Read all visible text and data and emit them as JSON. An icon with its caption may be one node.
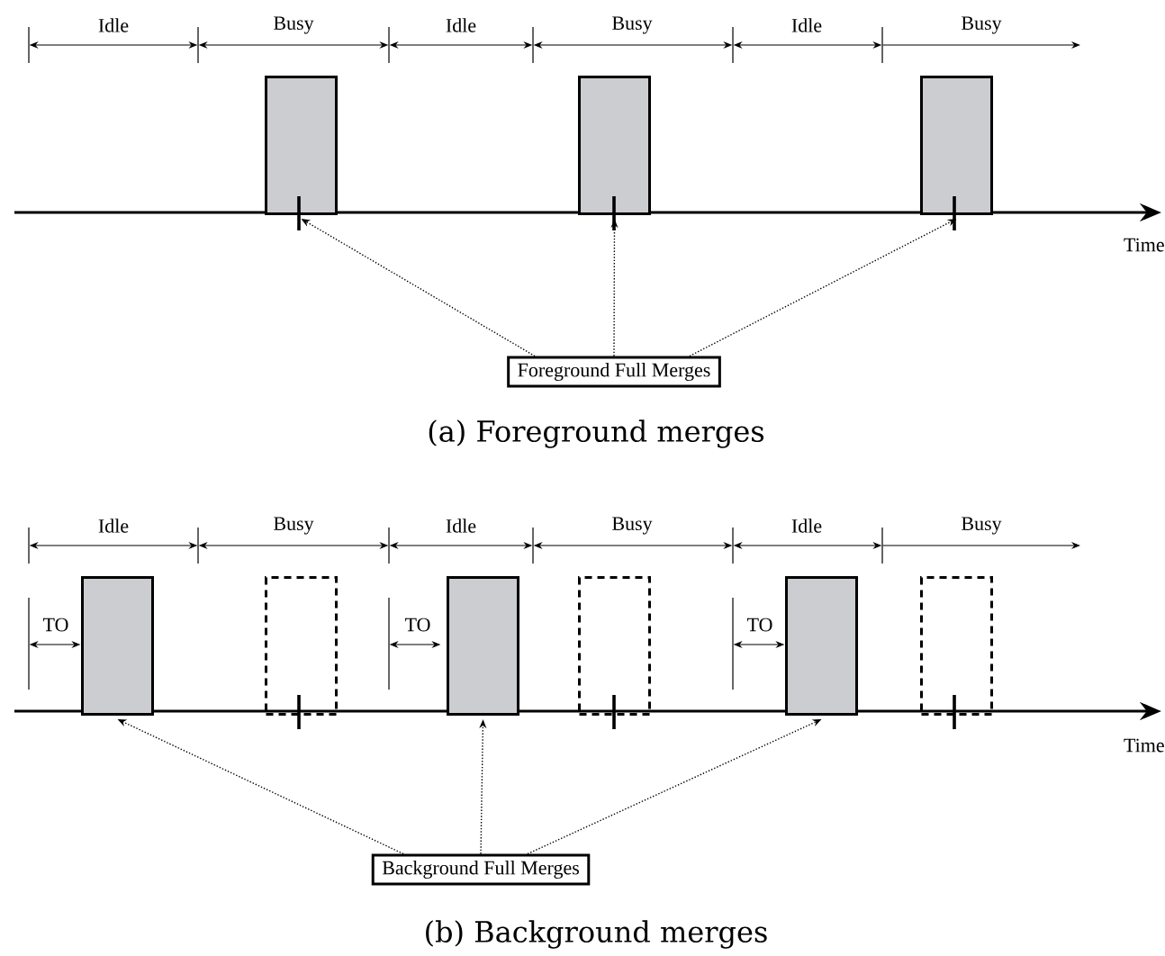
{
  "diagram": {
    "nodes": [
      {
        "text": [],
        "shape": "box"
      },
      {
        "text": [],
        "shape": "box"
      },
      {
        "text": [],
        "shape": "box"
      },
      {
        "text": [
          "Foreground Full Merges"
        ]
      },
      {
        "text": [],
        "shape": "box"
      },
      {
        "text": [],
        "shape": "box"
      },
      {
        "text": [],
        "shape": "box"
      },
      {
        "text": [],
        "shape": "box"
      },
      {
        "text": [],
        "shape": "box"
      },
      {
        "text": [],
        "shape": "box"
      },
      {
        "text": [
          "Background Full Merges"
        ]
      }
    ],
    "edges": [
      {
        "from": 3,
        "to": 0,
        "arrow": "to",
        "style": "dashed"
      },
      {
        "from": 3,
        "to": 1,
        "arrow": "to",
        "style": "dashed"
      },
      {
        "from": 3,
        "to": 2,
        "arrow": "to",
        "style": "dashed"
      },
      {
        "from": 10,
        "to": 4,
        "arrow": "to",
        "style": "dashed"
      },
      {
        "from": 10,
        "to": 5,
        "arrow": "to",
        "style": "dashed"
      },
      {
        "from": 10,
        "to": 6,
        "arrow": "to",
        "style": "dashed"
      }
    ],
    "labels": [
      "Idle",
      "Busy",
      "Idle",
      "Busy",
      "Idle",
      "Busy",
      "Time",
      "(a) Foreground merges",
      "Idle",
      "Busy",
      "Idle",
      "Busy",
      "Idle",
      "Busy",
      "TO",
      "TO",
      "TO",
      "Time",
      "(b) Background merges"
    ]
  }
}
